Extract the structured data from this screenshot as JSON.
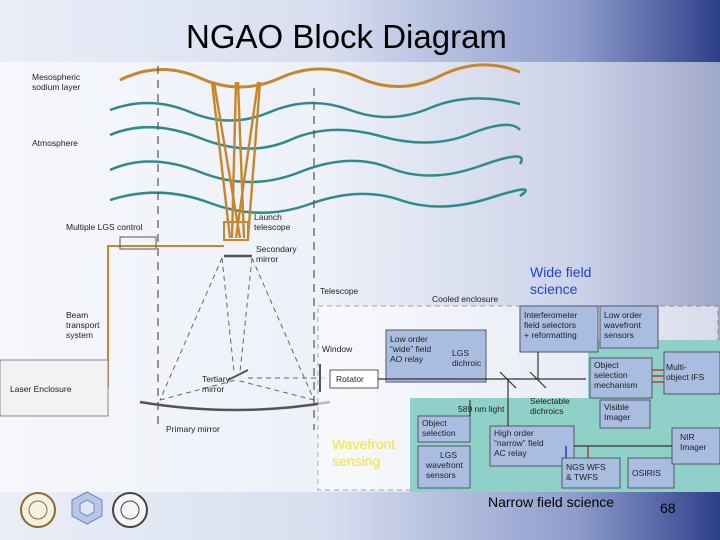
{
  "slide": {
    "title": "NGAO Block Diagram",
    "page_number": "68",
    "wide_field": "Wide field\nscience",
    "wavefront": "Wavefront\nsensing",
    "narrow_field": "Narrow  field science"
  },
  "diagram": {
    "sodium": "Mesospheric\nsodium layer",
    "atmosphere": "Atmosphere",
    "multiple_lgs": "Multiple LGS control",
    "launch": "Launch\ntelescope",
    "secondary": "Secondary\nmirror",
    "telescope": "Telescope",
    "beam": "Beam\ntransport\nsystem",
    "window": "Window",
    "laser": "Laser Enclosure",
    "tertiary": "Tertiary\nmirror",
    "rotator": "Rotator",
    "primary": "Primary mirror",
    "cooled": "Cooled enclosure",
    "interferometer": "Interferometer\nfield selectors\n+ reformatting",
    "low_order_wfs": "Low order\nwavefront\nsensors",
    "low_order_relay": "Low order\n“wide” field\nAO relay",
    "lgs_dichroic": "LGS\ndichroic",
    "object_sel_mech": "Object\nselection\nmechanism",
    "multi_ifs": "Multi-\nobject IFS",
    "light589": "589 nm light",
    "selectable": "Selectable\ndichroics",
    "visible_imager": "Visible\nImager",
    "object_selection": "Object\nselection",
    "high_order_relay": "High order\n“narrow” field\nAC relay",
    "nir_imager": "NIR\nImager",
    "lgs_wfs": "LGS\nwavefront\nsensors",
    "ngs_wfs": "NGS WFS\n& TWFS",
    "osiris": "OSIRIS"
  },
  "colors": {
    "orange": "#c8862b",
    "wave_teal": "#2e8b8b",
    "box_fill": "#a9bde0",
    "green_region": "#8fd0c8",
    "overlay_blue": "#1f3fd6",
    "overlay_yellow": "#f2e23a"
  }
}
